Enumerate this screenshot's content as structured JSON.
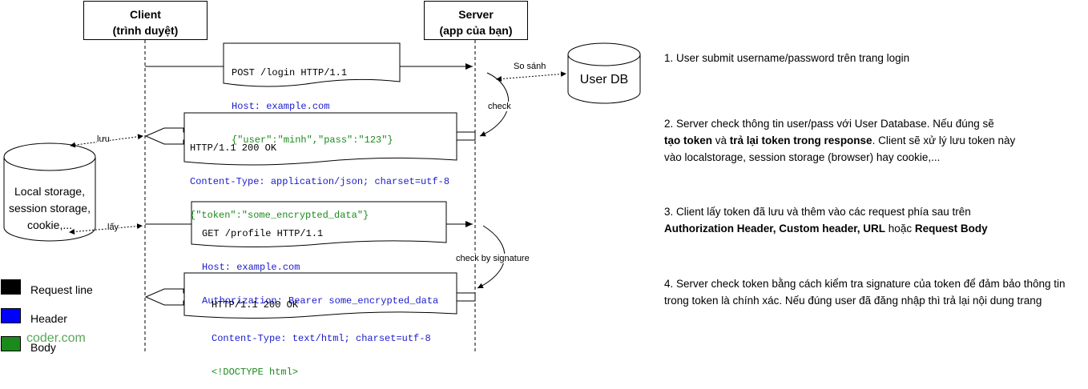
{
  "actors": {
    "client": {
      "line1": "Client",
      "line2": "(trình duyệt)"
    },
    "server": {
      "line1": "Server",
      "line2": "(app của bạn)"
    }
  },
  "stores": {
    "user_db": "User DB",
    "local": {
      "line1": "Local storage,",
      "line2": "session storage,",
      "line3": "cookie,..."
    }
  },
  "messages": {
    "login_request": {
      "request_line": "POST /login HTTP/1.1",
      "header": "Host: example.com",
      "body": "{\"user\":\"minh\",\"pass\":\"123\"}"
    },
    "login_response": {
      "request_line": "HTTP/1.1 200 OK",
      "header": "Content-Type: application/json; charset=utf-8",
      "body": "{\"token\":\"some_encrypted_data\"}"
    },
    "profile_request": {
      "request_line": "GET /profile HTTP/1.1",
      "header1": "Host: example.com",
      "header2": "Authorization: Bearer some_encrypted_data"
    },
    "profile_response": {
      "request_line": "HTTP/1.1 200 OK",
      "header": "Content-Type: text/html; charset=utf-8",
      "body": "<!DOCTYPE html>"
    }
  },
  "labels": {
    "compare": "So sánh",
    "check": "check",
    "save": "lưu",
    "get": "lấy",
    "check_signature": "check by signature"
  },
  "notes": {
    "step1": "1. User submit username/password trên trang login",
    "step2": {
      "line1": "2. Server check thông tin user/pass với User Database. Nếu đúng sẽ",
      "line2_bold1": "tạo token",
      "line2_mid": " và ",
      "line2_bold2": "trả lại token trong response",
      "line2_rest": ". Client sẽ xử lý lưu token này",
      "line3": "vào localstorage, session storage (browser) hay cookie,..."
    },
    "step3": {
      "line1": "3. Client lấy token đã lưu và thêm vào các request phía sau trên",
      "line2_bold": "Authorization Header, Custom header, URL",
      "line2_mid": " hoặc ",
      "line2_bold2": "Request Body"
    },
    "step4": {
      "line1": "4. Server check token bằng cách kiểm tra signature của token để đảm bảo thông tin",
      "line2": "trong token là chính xác. Nếu đúng user đã đăng nhập thì trả lại nội dung trang"
    }
  },
  "legend": [
    {
      "label": "Request line",
      "color": "#000000"
    },
    {
      "label": "Header",
      "color": "#0000ff"
    },
    {
      "label": "Body",
      "color": "#1a8a1a"
    }
  ],
  "watermark": "coder.com"
}
